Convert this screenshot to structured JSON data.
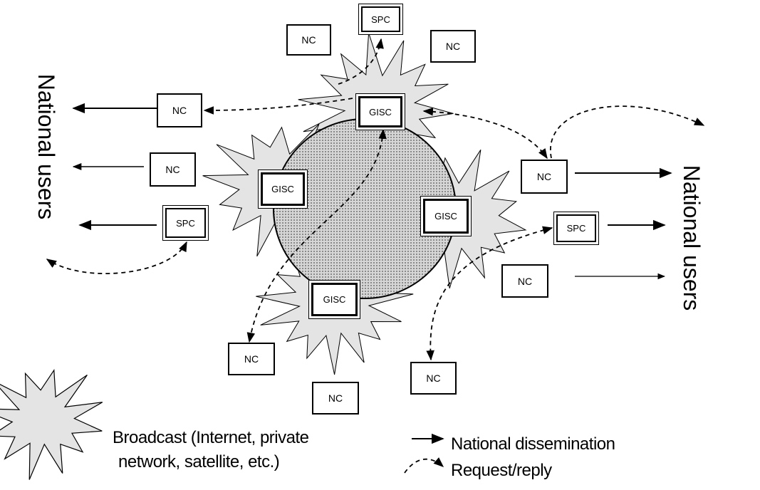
{
  "diagram": {
    "side_label_left": "National users",
    "side_label_right": "National users",
    "gisc_label": "GISC",
    "nc_label": "NC",
    "spc_label": "SPC",
    "legend": {
      "broadcast_line1": "Broadcast (Internet, private",
      "broadcast_line2": "network, satellite, etc.)",
      "national_dissemination": "National dissemination",
      "request_reply": "Request/reply"
    }
  },
  "colors": {
    "burst_fill": "#e4e4e4",
    "core_fill": "#bdbdbd",
    "stroke": "#000000",
    "background": "#ffffff"
  }
}
